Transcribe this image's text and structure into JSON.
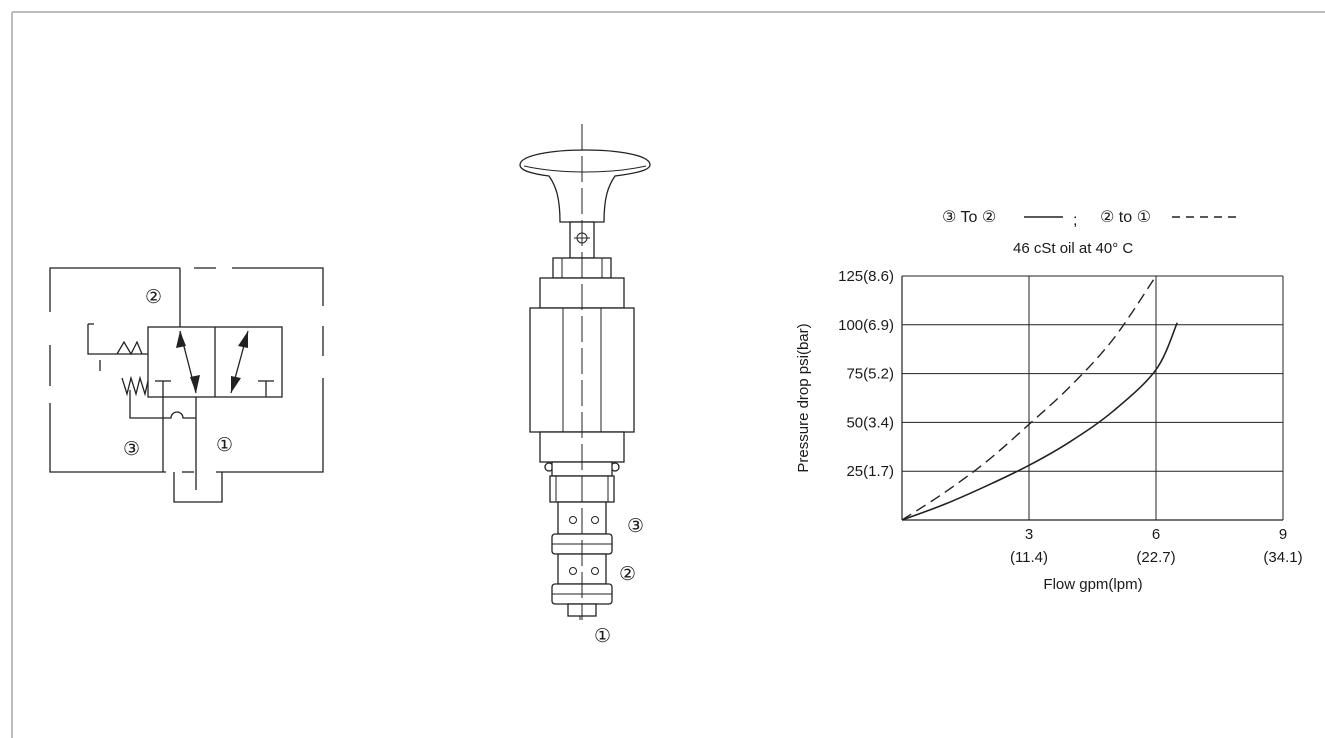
{
  "port_labels": {
    "p1": "①",
    "p2": "②",
    "p3": "③"
  },
  "schematic": {
    "port_2": "②",
    "port_3": "③",
    "port_1": "①"
  },
  "cartridge": {
    "port_3": "③",
    "port_2": "②",
    "port_1": "①"
  },
  "chart_header": {
    "legend_solid": "③ To ②",
    "legend_sep": ";",
    "legend_dashed": "② to ①",
    "condition": "46 cSt oil at 40°  C"
  },
  "colors": {
    "line": "#222222",
    "frame": "#bdbdbd",
    "background": "#ffffff"
  },
  "chart_data": {
    "type": "line",
    "title": "",
    "xlabel": "Flow gpm(lpm)",
    "ylabel": "Pressure drop psi(bar)",
    "xlim": [
      0,
      9
    ],
    "ylim": [
      0,
      125
    ],
    "grid": true,
    "x_ticks": [
      {
        "value": 3,
        "label": "3",
        "sublabel": "(11.4)"
      },
      {
        "value": 6,
        "label": "6",
        "sublabel": "(22.7)"
      },
      {
        "value": 9,
        "label": "9",
        "sublabel": "(34.1)"
      }
    ],
    "y_ticks": [
      {
        "value": 25,
        "label": "25(1.7)"
      },
      {
        "value": 50,
        "label": "50(3.4)"
      },
      {
        "value": 75,
        "label": "75(5.2)"
      },
      {
        "value": 100,
        "label": "100(6.9)"
      },
      {
        "value": 125,
        "label": "125(8.6)"
      }
    ],
    "series": [
      {
        "name": "③ To ②",
        "style": "solid",
        "x": [
          0,
          1,
          2,
          3,
          4,
          5,
          6,
          6.5
        ],
        "y": [
          0,
          8,
          17.5,
          28,
          40.5,
          56,
          77,
          101
        ]
      },
      {
        "name": "② to ①",
        "style": "dashed",
        "x": [
          0,
          1,
          2,
          3,
          4,
          5,
          6
        ],
        "y": [
          0,
          14,
          30,
          49,
          69,
          93,
          125
        ]
      }
    ]
  }
}
